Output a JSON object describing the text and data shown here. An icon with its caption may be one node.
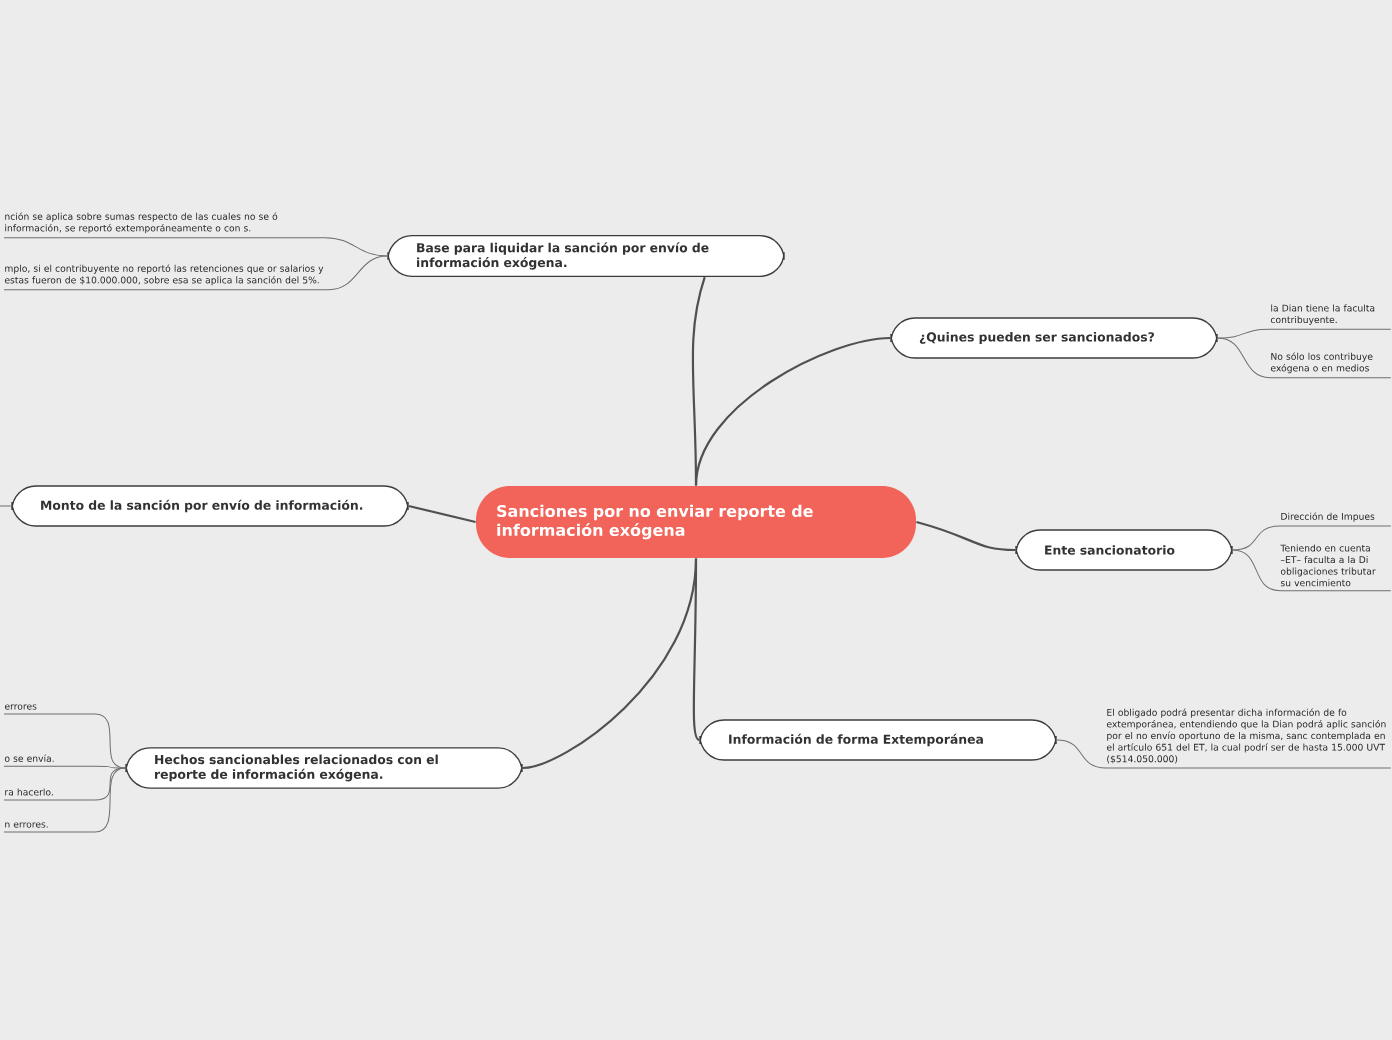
{
  "diagram": {
    "nodes": [
      {
        "text": [
          "Sanciones por no enviar reporte de información exógena"
        ]
      },
      {
        "text": [
          "Base para liquidar la sanción por envío de información exógena."
        ]
      },
      {
        "text": [
          "nción se aplica sobre sumas respecto de las cuales no se ó información, se reportó extemporáneamente o con s."
        ]
      },
      {
        "text": [
          "mplo, si el contribuyente no reportó las retenciones que or salarios y estas fueron de $10.000.000, sobre esa se aplica la sanción del 5%."
        ]
      },
      {
        "text": [
          "¿Quines pueden ser sancionados?"
        ]
      },
      {
        "text": [
          "la Dian tiene la faculta contribuyente."
        ]
      },
      {
        "text": [
          "No sólo los contribuye exógena o en medios"
        ]
      },
      {
        "text": [
          "Monto de la sanción por envío de información."
        ]
      },
      {
        "text": [
          "Ente sancionatorio"
        ]
      },
      {
        "text": [
          "Dirección de Impues"
        ]
      },
      {
        "text": [
          "Teniendo en cuenta –ET– faculta a la Di obligaciones tributar su vencimiento"
        ]
      },
      {
        "text": [
          "Información de forma Extemporánea"
        ]
      },
      {
        "text": [
          "El obligado podrá presentar dicha información de fo extemporánea, entendiendo que la Dian podrá aplic sanción por el no envío oportuno de la misma, sanc contemplada en el artículo 651 del ET, la cual podrí ser de hasta 15.000 UVT ($514.050.000)"
        ]
      },
      {
        "text": [
          "Hechos sancionables relacionados con el reporte de información exógena."
        ]
      },
      {
        "text": [
          "errores"
        ]
      },
      {
        "text": [
          "o se envía."
        ]
      },
      {
        "text": [
          "ra hacerlo."
        ]
      },
      {
        "text": [
          "n errores."
        ]
      }
    ],
    "edges": [
      {
        "from": 0,
        "to": 1,
        "arrow": "none"
      },
      {
        "from": 0,
        "to": 4,
        "arrow": "none"
      },
      {
        "from": 0,
        "to": 7,
        "arrow": "none"
      },
      {
        "from": 0,
        "to": 8,
        "arrow": "none"
      },
      {
        "from": 0,
        "to": 11,
        "arrow": "none"
      },
      {
        "from": 0,
        "to": 13,
        "arrow": "none"
      },
      {
        "from": 1,
        "to": 2,
        "arrow": "none"
      },
      {
        "from": 1,
        "to": 3,
        "arrow": "none"
      },
      {
        "from": 4,
        "to": 5,
        "arrow": "none"
      },
      {
        "from": 4,
        "to": 6,
        "arrow": "none"
      },
      {
        "from": 8,
        "to": 9,
        "arrow": "none"
      },
      {
        "from": 8,
        "to": 10,
        "arrow": "none"
      },
      {
        "from": 11,
        "to": 12,
        "arrow": "none"
      },
      {
        "from": 13,
        "to": 14,
        "arrow": "none"
      },
      {
        "from": 13,
        "to": 15,
        "arrow": "none"
      },
      {
        "from": 13,
        "to": 16,
        "arrow": "none"
      },
      {
        "from": 13,
        "to": 17,
        "arrow": "none"
      },
      {
        "from": 7,
        "to": null,
        "arrow": "none"
      }
    ]
  }
}
